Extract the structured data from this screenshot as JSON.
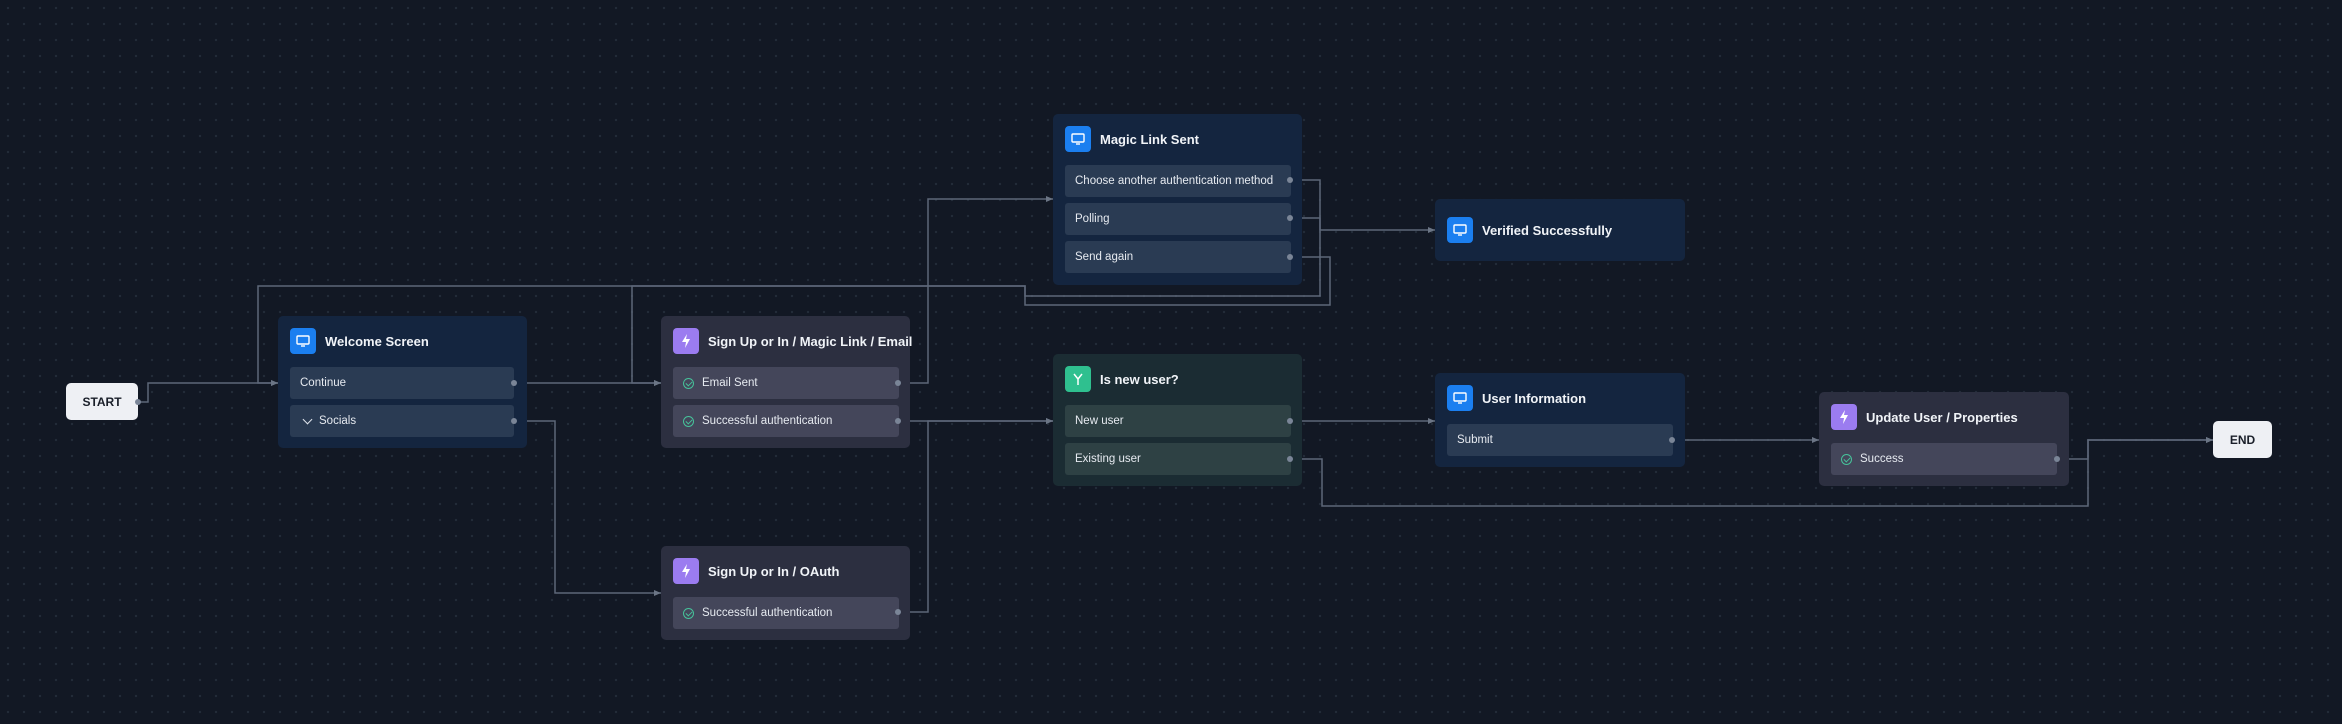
{
  "start_label": "START",
  "end_label": "END",
  "welcome": {
    "title": "Welcome Screen",
    "icon": "monitor-icon",
    "rows": [
      "Continue",
      "Socials"
    ]
  },
  "magic_link_email": {
    "title": "Sign Up or In / Magic Link / Email",
    "icon": "lightning-icon",
    "rows": [
      "Email Sent",
      "Successful authentication"
    ]
  },
  "oauth": {
    "title": "Sign Up or In / OAuth",
    "icon": "lightning-icon",
    "rows": [
      "Successful authentication"
    ]
  },
  "magic_link_sent": {
    "title": "Magic Link Sent",
    "icon": "monitor-icon",
    "rows": [
      "Choose another authentication method",
      "Polling",
      "Send again"
    ]
  },
  "is_new_user": {
    "title": "Is new user?",
    "icon": "branch-icon",
    "rows": [
      "New user",
      "Existing user"
    ]
  },
  "verified": {
    "title": "Verified Successfully",
    "icon": "monitor-icon"
  },
  "user_information": {
    "title": "User Information",
    "icon": "monitor-icon",
    "rows": [
      "Submit"
    ]
  },
  "update_user": {
    "title": "Update User / Properties",
    "icon": "lightning-icon",
    "rows": [
      "Success"
    ]
  },
  "colors": {
    "background": "#121824",
    "screen_node": "#14253f",
    "action_node": "#2c2f40",
    "condition_node": "#1b2c33",
    "screen_icon": "#1b7ff0",
    "action_icon": "#9b7cf0",
    "condition_icon": "#2fc08f",
    "edge": "#6b7585"
  }
}
